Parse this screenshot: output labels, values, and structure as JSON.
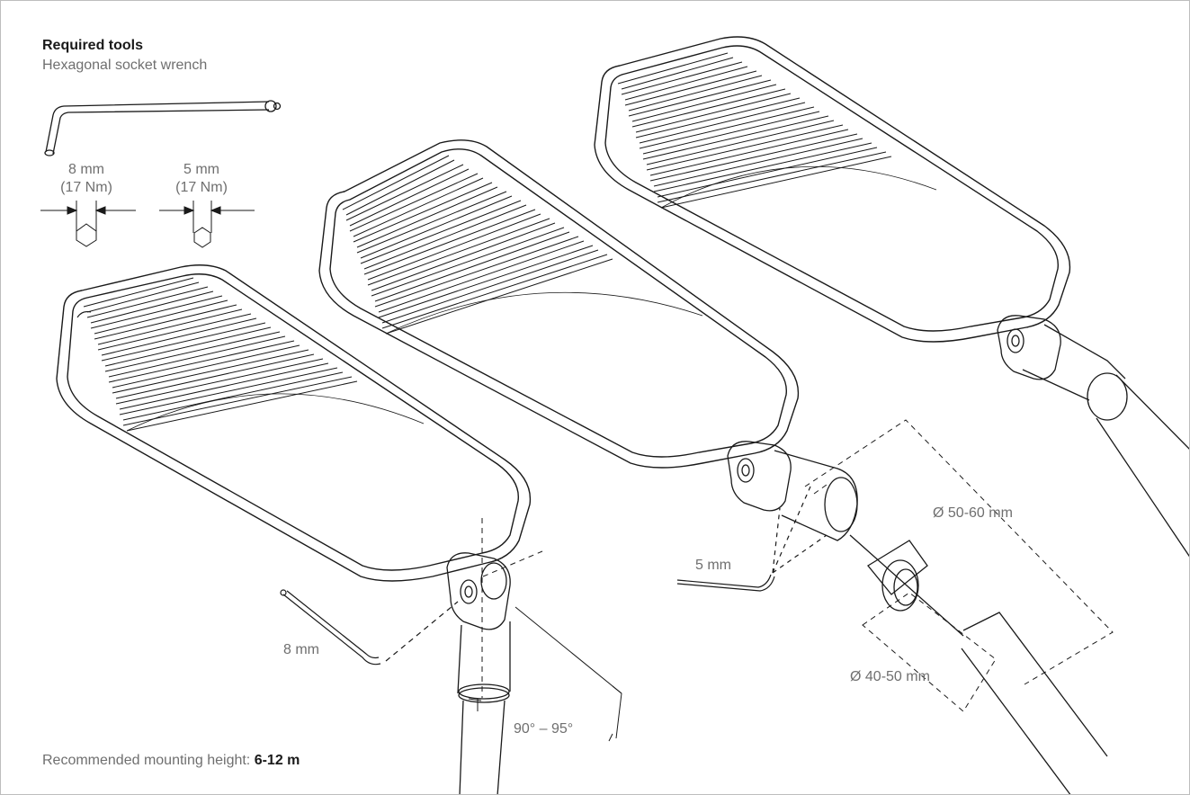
{
  "tools": {
    "heading": "Required tools",
    "subheading": "Hexagonal socket wrench",
    "wrench_sizes": [
      {
        "size": "8 mm",
        "torque": "(17 Nm)"
      },
      {
        "size": "5 mm",
        "torque": "(17 Nm)"
      }
    ]
  },
  "annotations": {
    "key_8mm": "8 mm",
    "key_5mm": "5 mm",
    "angle": "90° – 95°",
    "diameter_large": "Ø 50-60 mm",
    "diameter_small": "Ø 40-50 mm"
  },
  "footer": {
    "label": "Recommended mounting height: ",
    "value": "6-12 m"
  },
  "colors": {
    "line": "#1a1a1a",
    "label": "#6f6f6f",
    "border": "#bdbdbd"
  }
}
